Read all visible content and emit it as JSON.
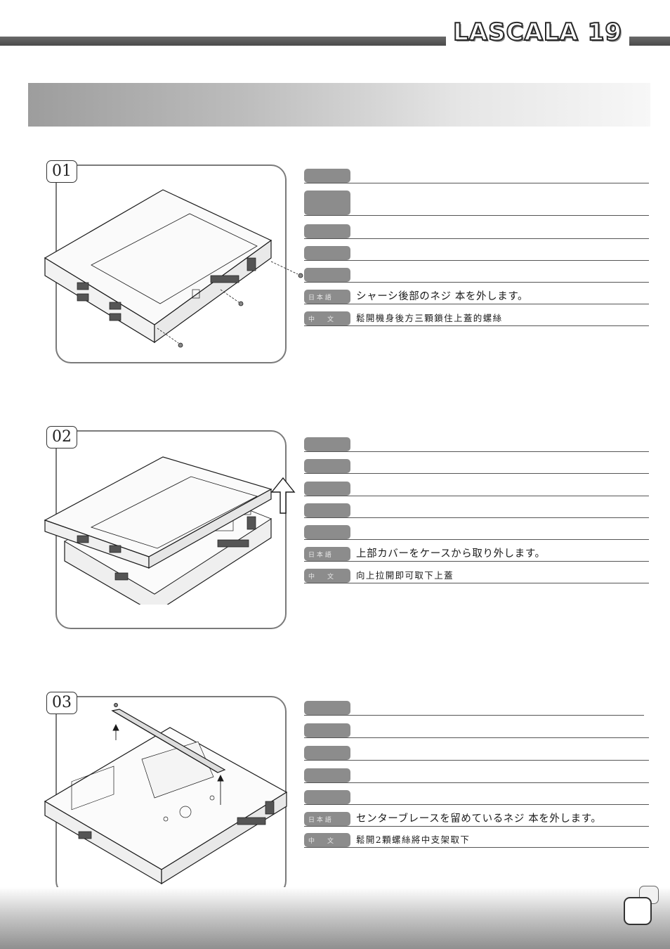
{
  "header": {
    "brand": "LASCALA 19"
  },
  "steps": [
    {
      "number": "01",
      "lang_rows": [
        {
          "label": "",
          "text": ""
        },
        {
          "label": "",
          "text": ""
        },
        {
          "label": "",
          "text": ""
        },
        {
          "label": "",
          "text": ""
        },
        {
          "label": "",
          "text": ""
        },
        {
          "label": "日 本 語",
          "text": "シャーシ後部のネジ 本を外します。"
        },
        {
          "label": "中　　文",
          "text": "鬆開機身後方三顆鎖住上蓋的螺絲"
        }
      ]
    },
    {
      "number": "02",
      "lang_rows": [
        {
          "label": "",
          "text": ""
        },
        {
          "label": "",
          "text": ""
        },
        {
          "label": "",
          "text": ""
        },
        {
          "label": "",
          "text": ""
        },
        {
          "label": "",
          "text": ""
        },
        {
          "label": "日 本 語",
          "text": "上部カバーをケースから取り外します。"
        },
        {
          "label": "中　　文",
          "text": "向上拉開即可取下上蓋"
        }
      ]
    },
    {
      "number": "03",
      "lang_rows": [
        {
          "label": "",
          "text": ""
        },
        {
          "label": "",
          "text": ""
        },
        {
          "label": "",
          "text": ""
        },
        {
          "label": "",
          "text": ""
        },
        {
          "label": "",
          "text": ""
        },
        {
          "label": "日 本 語",
          "text": "センターブレースを留めているネジ 本を外します。"
        },
        {
          "label": "中　　文",
          "text": "鬆開2顆螺絲將中支架取下"
        }
      ]
    }
  ],
  "colors": {
    "tab": "#8c8c8c",
    "frame": "#7a7a7a",
    "bar": "#555555"
  }
}
